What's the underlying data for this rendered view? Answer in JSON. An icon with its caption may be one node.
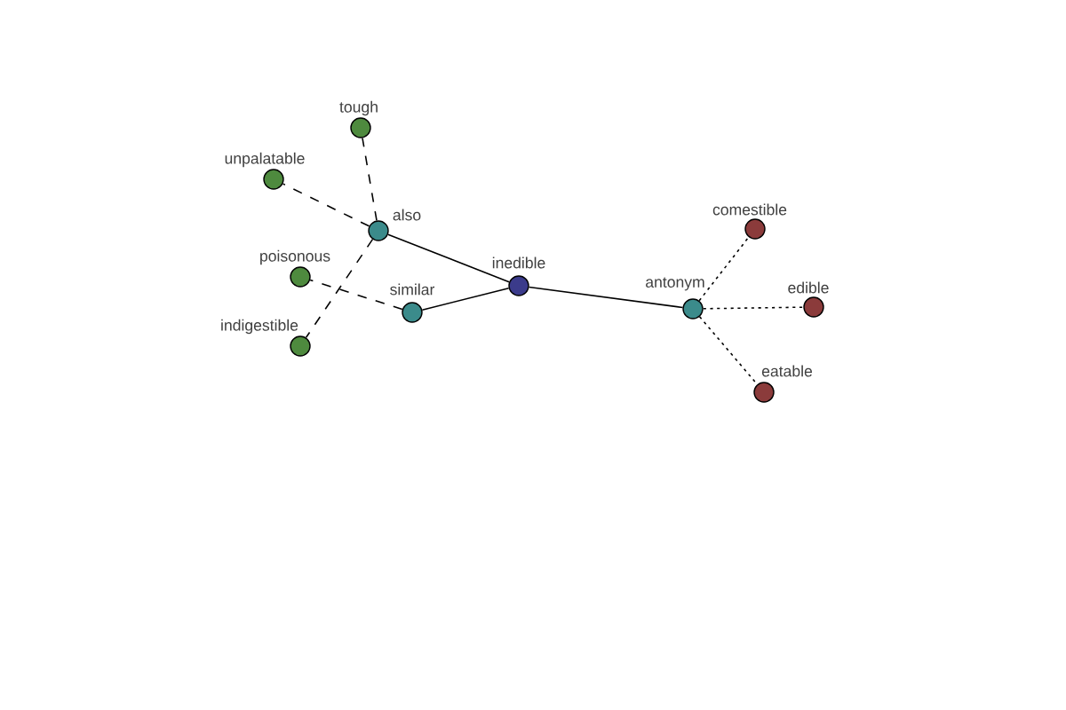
{
  "diagram": {
    "nodes": [
      {
        "text": [
          "tough"
        ]
      },
      {
        "text": [
          "unpalatable"
        ]
      },
      {
        "text": [
          "also"
        ]
      },
      {
        "text": [
          "comestible"
        ]
      },
      {
        "text": [
          "poisonous"
        ]
      },
      {
        "text": [
          "inedible"
        ]
      },
      {
        "text": [
          "similar"
        ]
      },
      {
        "text": [
          "antonym"
        ]
      },
      {
        "text": [
          "edible"
        ]
      },
      {
        "text": [
          "indigestible"
        ]
      },
      {
        "text": [
          "eatable"
        ]
      }
    ],
    "edges": [
      {
        "from": 5,
        "to": 2,
        "arrow": "none"
      },
      {
        "from": 5,
        "to": 6,
        "arrow": "none"
      },
      {
        "from": 5,
        "to": 7,
        "arrow": "none"
      },
      {
        "from": 2,
        "to": 0,
        "arrow": "none",
        "style": "dashed"
      },
      {
        "from": 2,
        "to": 1,
        "arrow": "none",
        "style": "dashed"
      },
      {
        "from": 2,
        "to": 9,
        "arrow": "none",
        "style": "dashed"
      },
      {
        "from": 6,
        "to": 4,
        "arrow": "none",
        "style": "dashed"
      },
      {
        "from": 7,
        "to": 3,
        "arrow": "none",
        "style": "dashed"
      },
      {
        "from": 7,
        "to": 8,
        "arrow": "none",
        "style": "dashed"
      },
      {
        "from": 7,
        "to": 10,
        "arrow": "none",
        "style": "dashed"
      }
    ]
  }
}
